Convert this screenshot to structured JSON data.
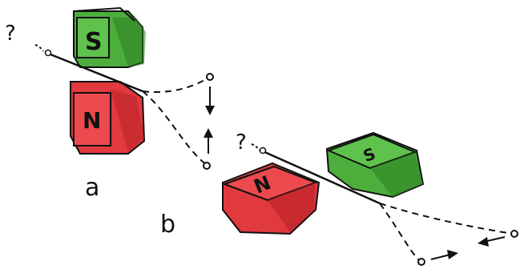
{
  "panels": [
    {
      "id": "a",
      "label": "a",
      "question": "?",
      "top_magnet_pole": "S",
      "bottom_magnet_pole": "N"
    },
    {
      "id": "b",
      "label": "b",
      "question": "?",
      "top_magnet_pole": "S",
      "bottom_magnet_pole": "N"
    }
  ],
  "colors": {
    "south_pole": "#4caf3c",
    "south_pole_dark": "#2e7d22",
    "north_pole": "#e0393e",
    "north_pole_dark": "#b82228",
    "ink": "#111111"
  }
}
